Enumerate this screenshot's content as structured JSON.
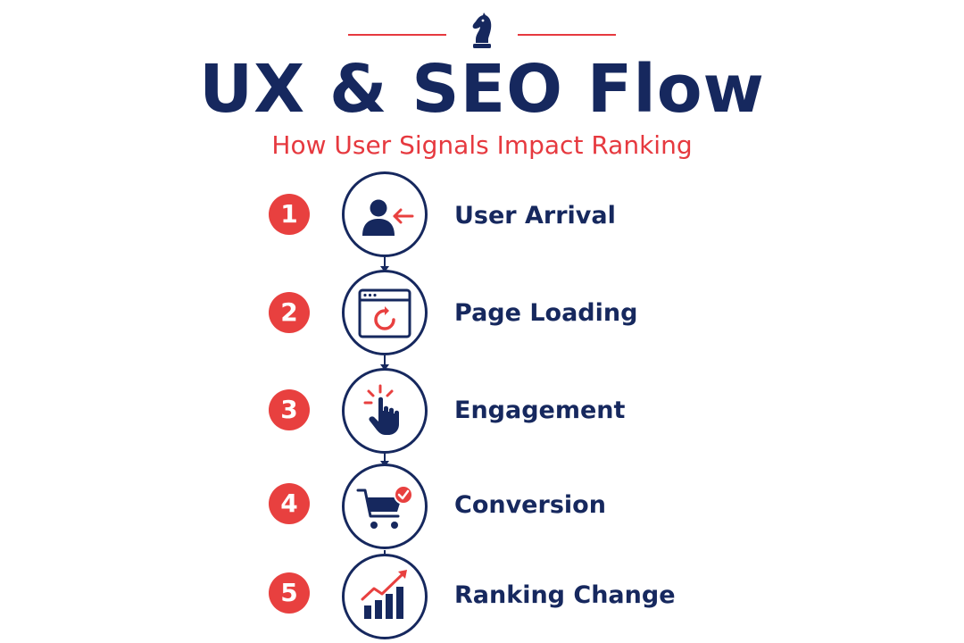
{
  "header": {
    "title": "UX & SEO Flow",
    "subtitle": "How User Signals Impact Ranking"
  },
  "colors": {
    "navy": "#16285e",
    "red": "#e8403f",
    "background": "#ffffff"
  },
  "steps": [
    {
      "number": "1",
      "label": "User Arrival",
      "icon": "user-arrival-icon"
    },
    {
      "number": "2",
      "label": "Page Loading",
      "icon": "page-loading-icon"
    },
    {
      "number": "3",
      "label": "Engagement",
      "icon": "tap-pointer-icon"
    },
    {
      "number": "4",
      "label": "Conversion",
      "icon": "shopping-cart-check-icon"
    },
    {
      "number": "5",
      "label": "Ranking Change",
      "icon": "ranking-chart-icon"
    }
  ]
}
